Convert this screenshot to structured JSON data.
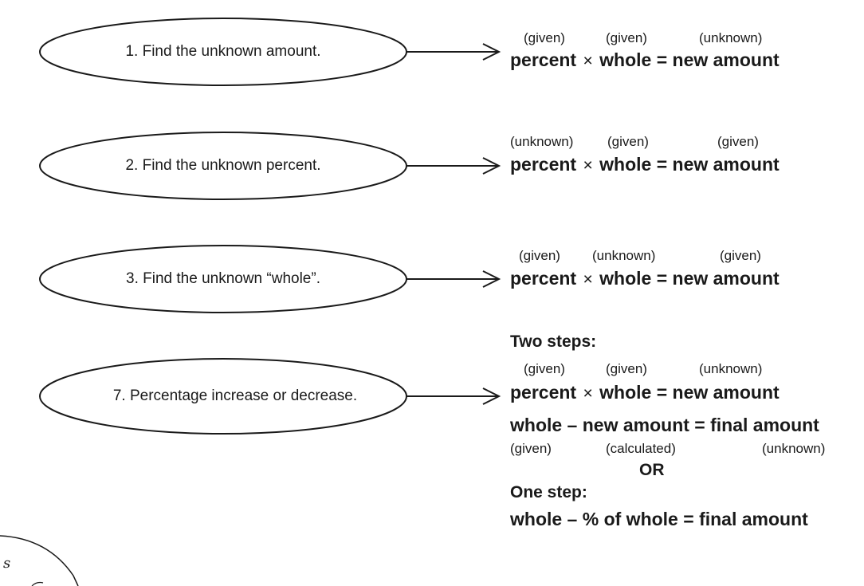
{
  "rows": [
    {
      "label": "1.  Find the unknown amount.",
      "notes": [
        "(given)",
        "(given)",
        "(unknown)"
      ],
      "eq": {
        "left": "percent",
        "op": "×",
        "right": "whole = new amount"
      }
    },
    {
      "label": "2.  Find the unknown percent.",
      "notes": [
        "(unknown)",
        "(given)",
        "(given)"
      ],
      "eq": {
        "left": "percent",
        "op": "×",
        "right": "whole = new amount"
      }
    },
    {
      "label": "3.  Find the unknown “whole”.",
      "notes": [
        "(given)",
        "(unknown)",
        "(given)"
      ],
      "eq": {
        "left": "percent",
        "op": "×",
        "right": "whole = new amount"
      }
    },
    {
      "label": "7.  Percentage increase or decrease.",
      "two_steps_heading": "Two steps:",
      "notes": [
        "(given)",
        "(given)",
        "(unknown)"
      ],
      "eq": {
        "left": "percent",
        "op": "×",
        "right": "whole = new amount"
      },
      "eq2": "whole – new amount = final amount",
      "notes2": [
        "(given)",
        "(calculated)",
        "(unknown)"
      ],
      "or_text": "OR",
      "one_step_heading": "One step:",
      "eq3": "whole – % of whole = final amount"
    }
  ],
  "corner_mark": "s"
}
